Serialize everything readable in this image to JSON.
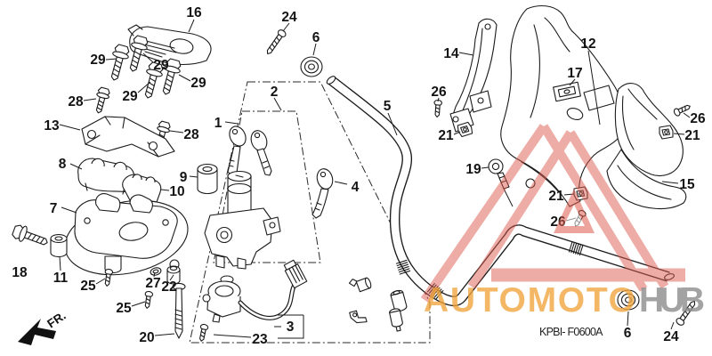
{
  "diagram": {
    "code": "KPBI- F0600A",
    "fr_label": "FR.",
    "description": "handle-pipe-and-handle-cover-parts-diagram"
  },
  "labels": [
    "16",
    "29",
    "29",
    "29",
    "29",
    "28",
    "28",
    "13",
    "8",
    "9",
    "10",
    "7",
    "18",
    "11",
    "25",
    "27",
    "22",
    "25",
    "20",
    "1",
    "2",
    "24",
    "6",
    "5",
    "4",
    "3",
    "23",
    "14",
    "12",
    "17",
    "26",
    "21",
    "26",
    "21",
    "19",
    "15",
    "21",
    "26",
    "6",
    "24"
  ],
  "watermark": {
    "text_primary": "AUTOMOTO",
    "text_secondary": "HUB",
    "primary_color": "#f0a43a",
    "secondary_color": "#8f8f8f",
    "triangle_color": "#dd5b4d"
  }
}
